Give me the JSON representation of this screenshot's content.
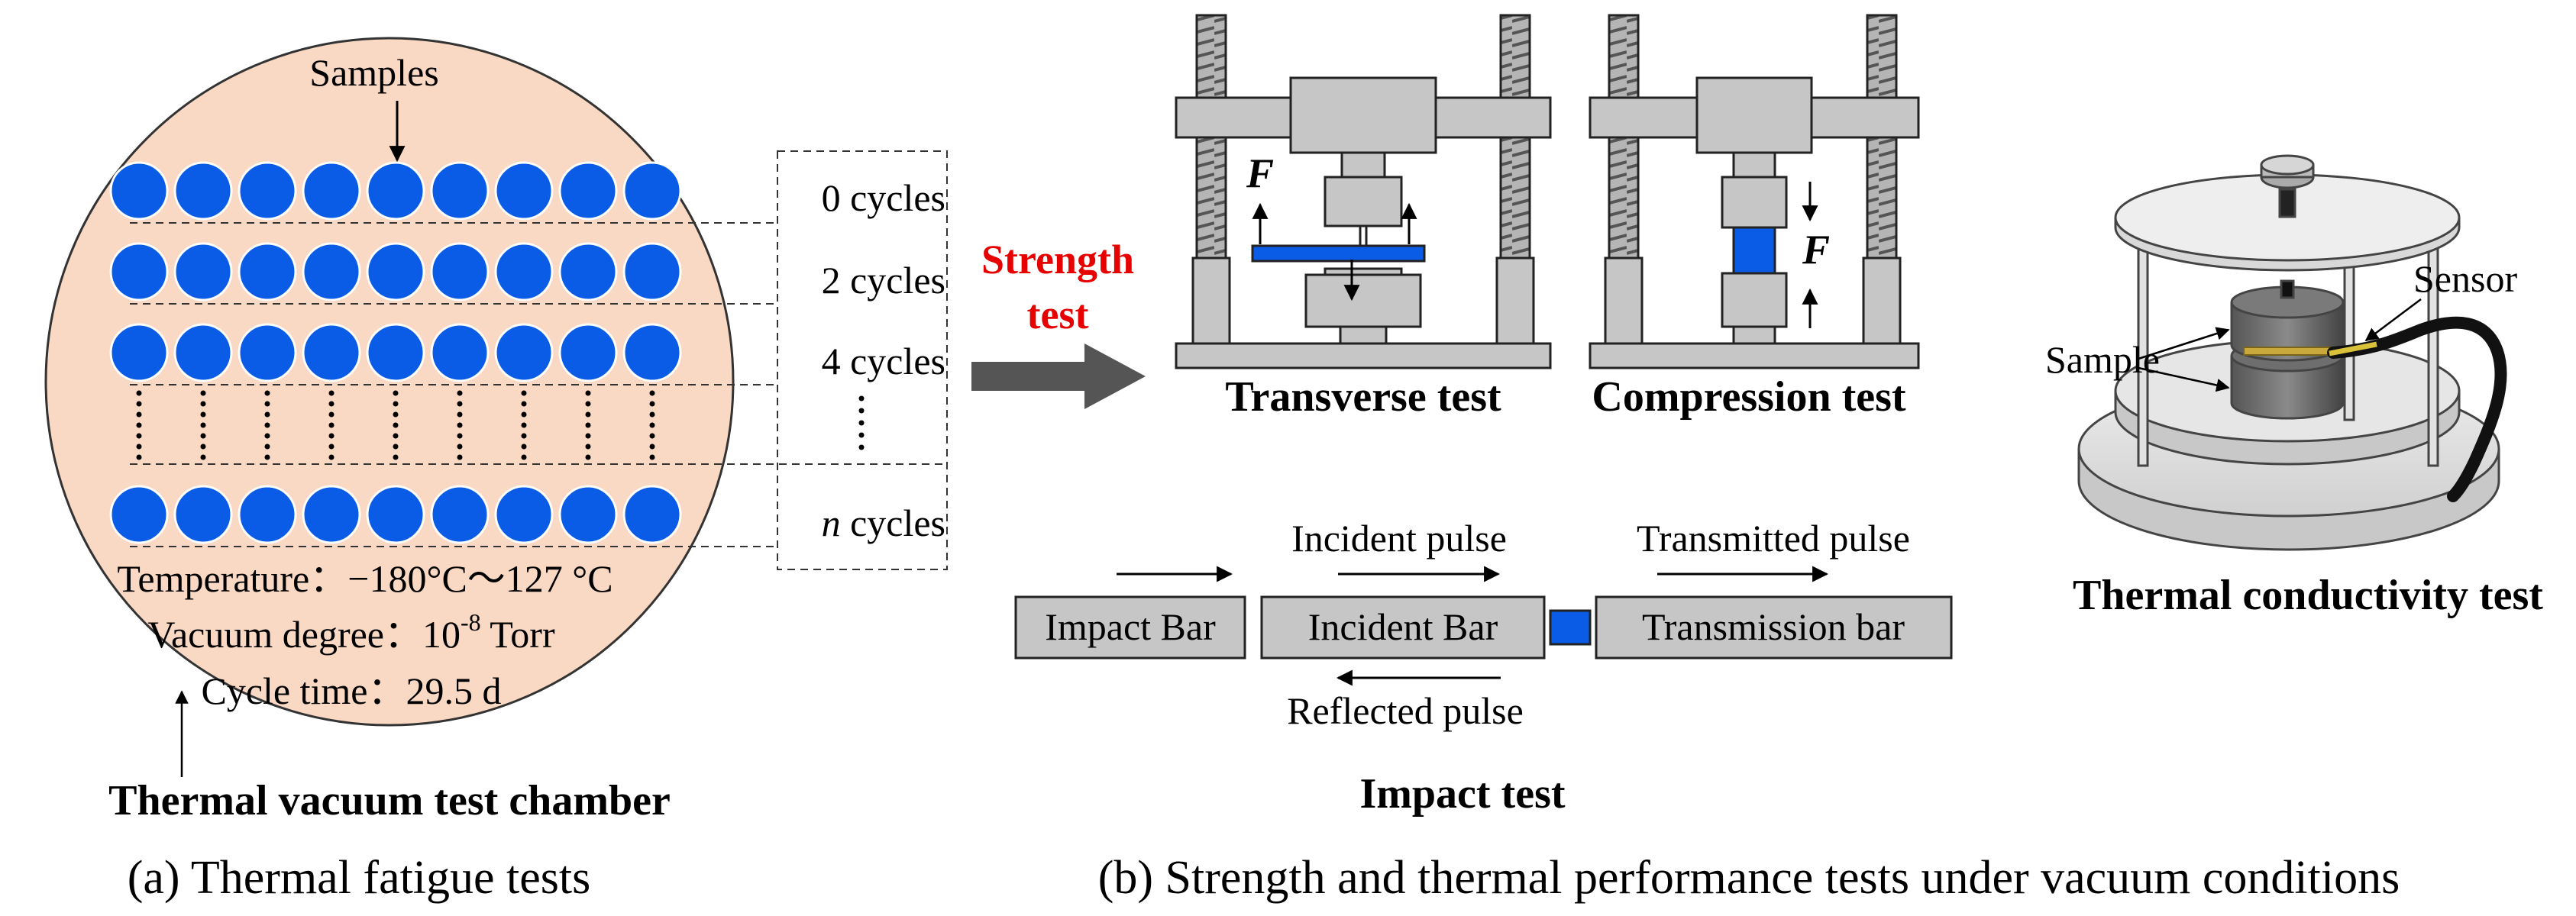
{
  "colors": {
    "chamber_fill": "#f9d8c4",
    "sample_blue": "#0a5ce6",
    "machine_grey": "#c6c6c6",
    "strength_red": "#e60000",
    "arrow_grey": "#555555"
  },
  "panel_a": {
    "samples_label": "Samples",
    "cycles": [
      "0 cycles",
      "2 cycles",
      "4 cycles"
    ],
    "n_cycles_italic": "n",
    "n_cycles_rest": " cycles",
    "temperature": "Temperature：−180°C～127 °C",
    "vacuum_prefix": "Vacuum degree：10",
    "vacuum_exp": "-8",
    "vacuum_suffix": " Torr",
    "cycle_time": "Cycle time：29.5 d",
    "chamber_title": "Thermal vacuum test chamber",
    "caption": "(a) Thermal fatigue tests"
  },
  "panel_b": {
    "strength_line1": "Strength",
    "strength_line2": "test",
    "force_symbol": "F",
    "transverse_title": "Transverse test",
    "compression_title": "Compression test",
    "sensor_label": "Sensor",
    "sample_label": "Sample",
    "thermal_title": "Thermal conductivity test",
    "impact": {
      "impact_bar": "Impact Bar",
      "incident_bar": "Incident Bar",
      "transmission_bar": "Transmission bar",
      "incident_pulse": "Incident pulse",
      "transmitted_pulse": "Transmitted pulse",
      "reflected_pulse": "Reflected pulse",
      "title": "Impact test"
    },
    "caption": "(b) Strength and thermal performance tests under vacuum conditions"
  }
}
